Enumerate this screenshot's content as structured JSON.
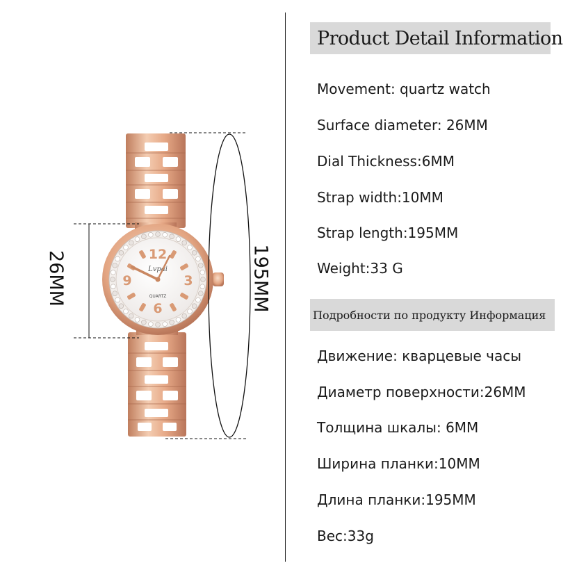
{
  "header_en": "Product Detail Information",
  "specs_en": [
    "Movement: quartz watch",
    "Surface diameter: 26MM",
    "Dial Thickness:6MM",
    "Strap width:10MM",
    "Strap length:195MM",
    "Weight:33 G"
  ],
  "header_ru": "Подробности по продукту Информация",
  "specs_ru": [
    "Движение: кварцевые часы",
    "Диаметр поверхности:26MM",
    "Толщина шкалы: 6MM",
    "Ширина планки:10MM",
    "Длина планки:195MM",
    "Вес:33g"
  ],
  "dimensions": {
    "dial": "26MM",
    "strap": "195MM"
  },
  "watch": {
    "brand": "Lvpai",
    "type_label": "QUARTZ",
    "numerals": [
      "12",
      "3",
      "6",
      "9"
    ],
    "colors": {
      "rose_gold": "#e0a37f",
      "rose_gold_light": "#f6d6bf",
      "rose_gold_dark": "#b9785a"
    }
  }
}
